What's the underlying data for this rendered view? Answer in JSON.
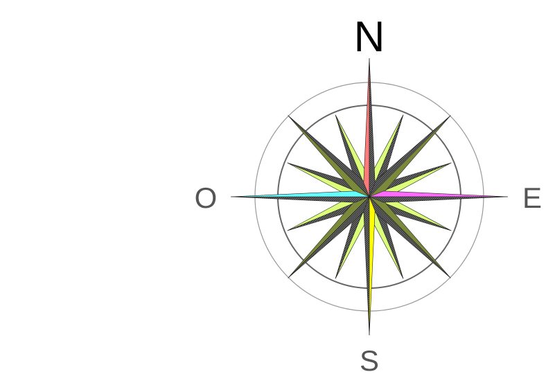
{
  "compass": {
    "labels": {
      "north": "N",
      "south": "S",
      "east": "E",
      "west": "O"
    },
    "colors": {
      "north_point": "#ff7a7a",
      "south_point": "#ffff00",
      "east_point": "#ff6bff",
      "west_point": "#66ffff",
      "dark_fill": "#2a2a2a",
      "olive_point": "#7b8a3a",
      "lime_point": "#dcff7a",
      "ring": "#888888",
      "north_label": "#000000",
      "other_labels": "#555555"
    }
  }
}
